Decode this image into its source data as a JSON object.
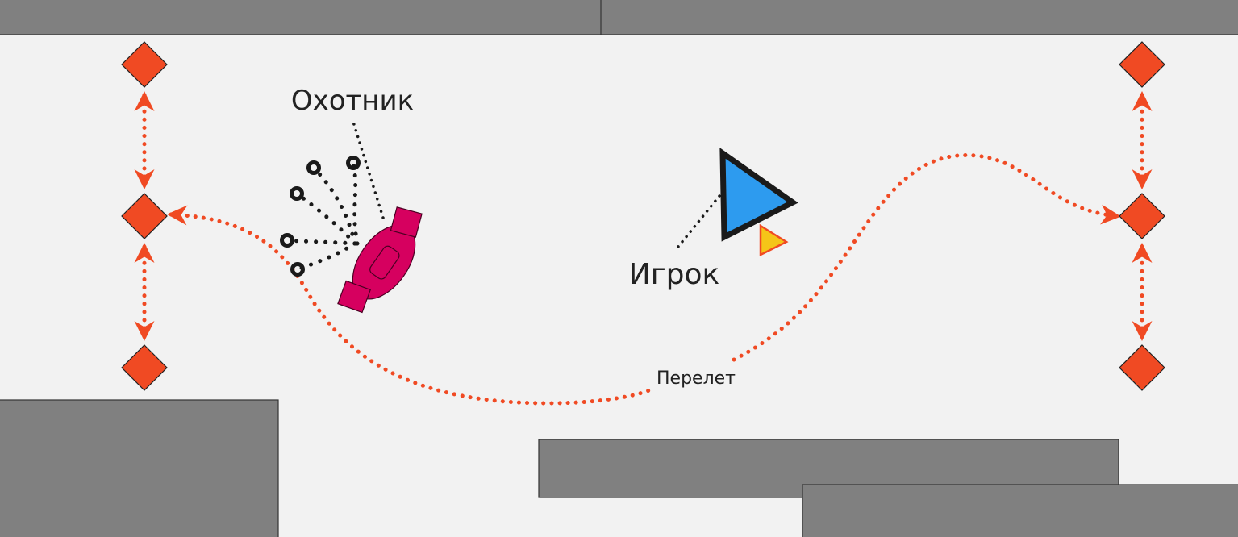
{
  "labels": {
    "hunter": "Охотник",
    "player": "Игрок",
    "flight": "Перелет"
  },
  "colors": {
    "wall": "#808080",
    "background": "#f2f2f2",
    "waypoint": "#f04a23",
    "hunter": "#d6005f",
    "player": "#2d9bef",
    "player_marker": "#f5c518",
    "path": "#f04a23"
  }
}
